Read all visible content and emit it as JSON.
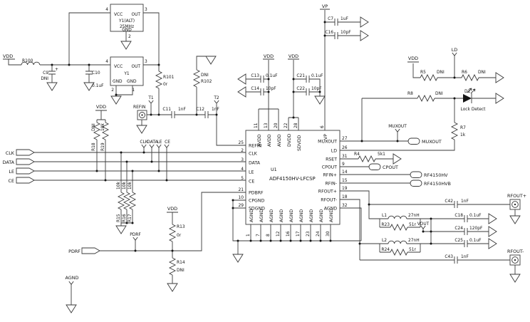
{
  "sch": {
    "power": {
      "vdd": "VDD",
      "vp": "VP",
      "ld": "LD",
      "vout": "VOUT",
      "agnd": "AGND"
    },
    "osc_alt": {
      "ref": "Y1(ALT)",
      "freq": "25MHz",
      "vcc": "VCC",
      "out": "OUT",
      "gnd": "GND",
      "p4": "4",
      "p3": "3",
      "p2": "2"
    },
    "osc": {
      "ref": "Y1",
      "vcc": "VCC",
      "out": "OUT",
      "gnd1": "GND",
      "gnd2": "GND",
      "p4": "4",
      "p3": "3",
      "p2": "2",
      "p1": "1"
    },
    "r100": {
      "ref": "R100"
    },
    "c9": {
      "ref": "C9",
      "val": "DNI",
      "plus": "+"
    },
    "c10": {
      "ref": "C10",
      "val": "0.1uF"
    },
    "r101": {
      "ref": "R101",
      "val": "0r"
    },
    "r102": {
      "ref": "R102",
      "val": "DNI"
    },
    "c11": {
      "ref": "C11",
      "val": "1nF"
    },
    "c12": {
      "ref": "C12",
      "val": "1nF"
    },
    "t1": "T1",
    "t2": "T2",
    "refin_conn": "REFIN",
    "sig": {
      "clk": "CLK",
      "data": "DATA",
      "le": "LE",
      "ce": "CE"
    },
    "r18": {
      "ref": "R18",
      "val": "DNI"
    },
    "r19": {
      "ref": "R19",
      "val": "10k"
    },
    "r15": {
      "ref": "R15",
      "val": "10k"
    },
    "r16": {
      "ref": "R16",
      "val": "10k"
    },
    "r17": {
      "ref": "R17",
      "val": "10k"
    },
    "c13": {
      "ref": "C13",
      "val": "0.1uF"
    },
    "c14": {
      "ref": "C14",
      "val": "10pF"
    },
    "c21": {
      "ref": "C21",
      "val": "0.1uF"
    },
    "c22": {
      "ref": "C22",
      "val": "10pF"
    },
    "c7": {
      "ref": "C7",
      "val": "1uF"
    },
    "c16": {
      "ref": "C16",
      "val": "10pF"
    },
    "chip": {
      "ref": "U1",
      "part": "ADF4150HV-LFCSP",
      "left": [
        {
          "n": "25",
          "name": "REFIN"
        },
        {
          "n": "2",
          "name": "CLK"
        },
        {
          "n": "3",
          "name": "DATA"
        },
        {
          "n": "4",
          "name": "LE"
        },
        {
          "n": "5",
          "name": "CE"
        },
        {
          "n": "21",
          "name": "PDBRF"
        },
        {
          "n": "10",
          "name": "CPGND"
        },
        {
          "n": "29",
          "name": "SDGND"
        }
      ],
      "right": [
        {
          "n": "27",
          "name": "MUXOUT"
        },
        {
          "n": "26",
          "name": "LD"
        },
        {
          "n": "31",
          "name": "RSET"
        },
        {
          "n": "9",
          "name": "CPOUT"
        },
        {
          "n": "14",
          "name": "RFIN+"
        },
        {
          "n": "15",
          "name": "RFIN-"
        },
        {
          "n": "19",
          "name": "RFOUT+"
        },
        {
          "n": "18",
          "name": "RFOUT-"
        },
        {
          "n": "32",
          "name": "AGND"
        }
      ],
      "top": [
        {
          "n": "11",
          "name": "AVDD"
        },
        {
          "n": "13",
          "name": "AVDD"
        },
        {
          "n": "20",
          "name": "AVDD"
        },
        {
          "n": "22",
          "name": "DVDD"
        },
        {
          "n": "28",
          "name": "SDVDD"
        },
        {
          "n": "6",
          "name": "VP"
        }
      ],
      "bottom": [
        {
          "n": "1",
          "name": "AGND"
        },
        {
          "n": "7",
          "name": "AGND"
        },
        {
          "n": "8",
          "name": "AGND"
        },
        {
          "n": "12",
          "name": "AGND"
        },
        {
          "n": "16",
          "name": "AGND"
        },
        {
          "n": "17",
          "name": "AGND"
        },
        {
          "n": "23",
          "name": "AGND"
        },
        {
          "n": "24",
          "name": "AGND"
        },
        {
          "n": "30",
          "name": "AGND"
        }
      ]
    },
    "r5": {
      "ref": "R5",
      "val": "DNI"
    },
    "r6": {
      "ref": "R6",
      "val": "DNI"
    },
    "r8": {
      "ref": "R8",
      "val": "DNI"
    },
    "r7": {
      "ref": "R7",
      "val": "1k"
    },
    "d1": {
      "ref": "D1",
      "label": "Lock Detect"
    },
    "muxout_tag": "MUXOUT",
    "muxout_conn": "MUXOUT",
    "r4": {
      "ref": "R4",
      "val": "5k1"
    },
    "cpout_conn": "CPOUT",
    "rfin_p_conn": "RF4150HV",
    "rfin_n_conn": "RF4150HVB",
    "c42": {
      "ref": "C42",
      "val": "1nF"
    },
    "c43": {
      "ref": "C43",
      "val": "1nF"
    },
    "rfout_p_conn": "RFOUT+",
    "rfout_n_conn": "RFOUT-",
    "l1": {
      "ref": "L1",
      "val": "27nH"
    },
    "r23": {
      "ref": "R23",
      "val": "51r"
    },
    "l2": {
      "ref": "L2",
      "val": "27nH"
    },
    "r24": {
      "ref": "R24",
      "val": "51r"
    },
    "c18": {
      "ref": "C18",
      "val": "0.1uF"
    },
    "c24": {
      "ref": "C24",
      "val": "120pF"
    },
    "c25": {
      "ref": "C25",
      "val": "0.1uF"
    },
    "pdrf_conn": "PDRF",
    "pdrf_tag": "PDRF",
    "r13": {
      "ref": "R13",
      "val": "0r"
    },
    "r14": {
      "ref": "R14",
      "val": "DNI"
    }
  }
}
